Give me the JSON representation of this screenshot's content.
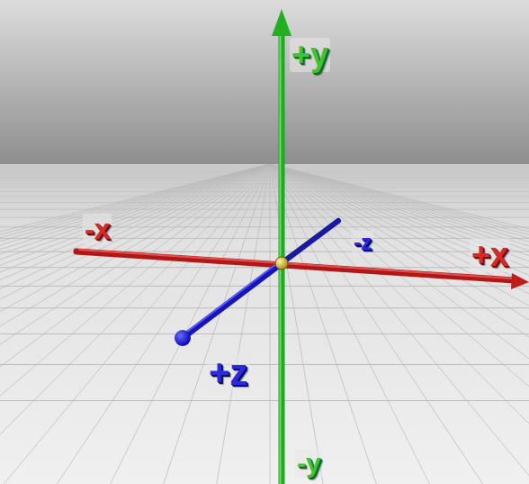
{
  "diagram": {
    "labels": [
      "+y",
      "-x",
      "-z",
      "+x",
      "+z",
      "-y"
    ]
  }
}
